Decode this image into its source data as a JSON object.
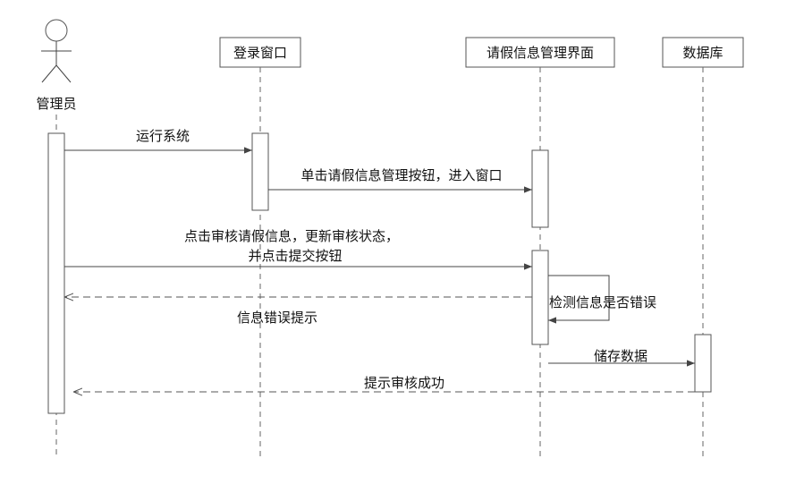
{
  "participants": {
    "admin": "管理员",
    "login_window": "登录窗口",
    "leave_mgmt": "请假信息管理界面",
    "database": "数据库"
  },
  "messages": {
    "m1": "运行系统",
    "m2": "单击请假信息管理按钮，进入窗口",
    "m3_line1": "点击审核请假信息，更新审核状态，",
    "m3_line2": "并点击提交按钮",
    "m4_self": "检测信息是否错误",
    "m5": "信息错误提示",
    "m6": "储存数据",
    "m7": "提示审核成功"
  },
  "colors": {
    "line": "#444444",
    "text": "#111111"
  }
}
